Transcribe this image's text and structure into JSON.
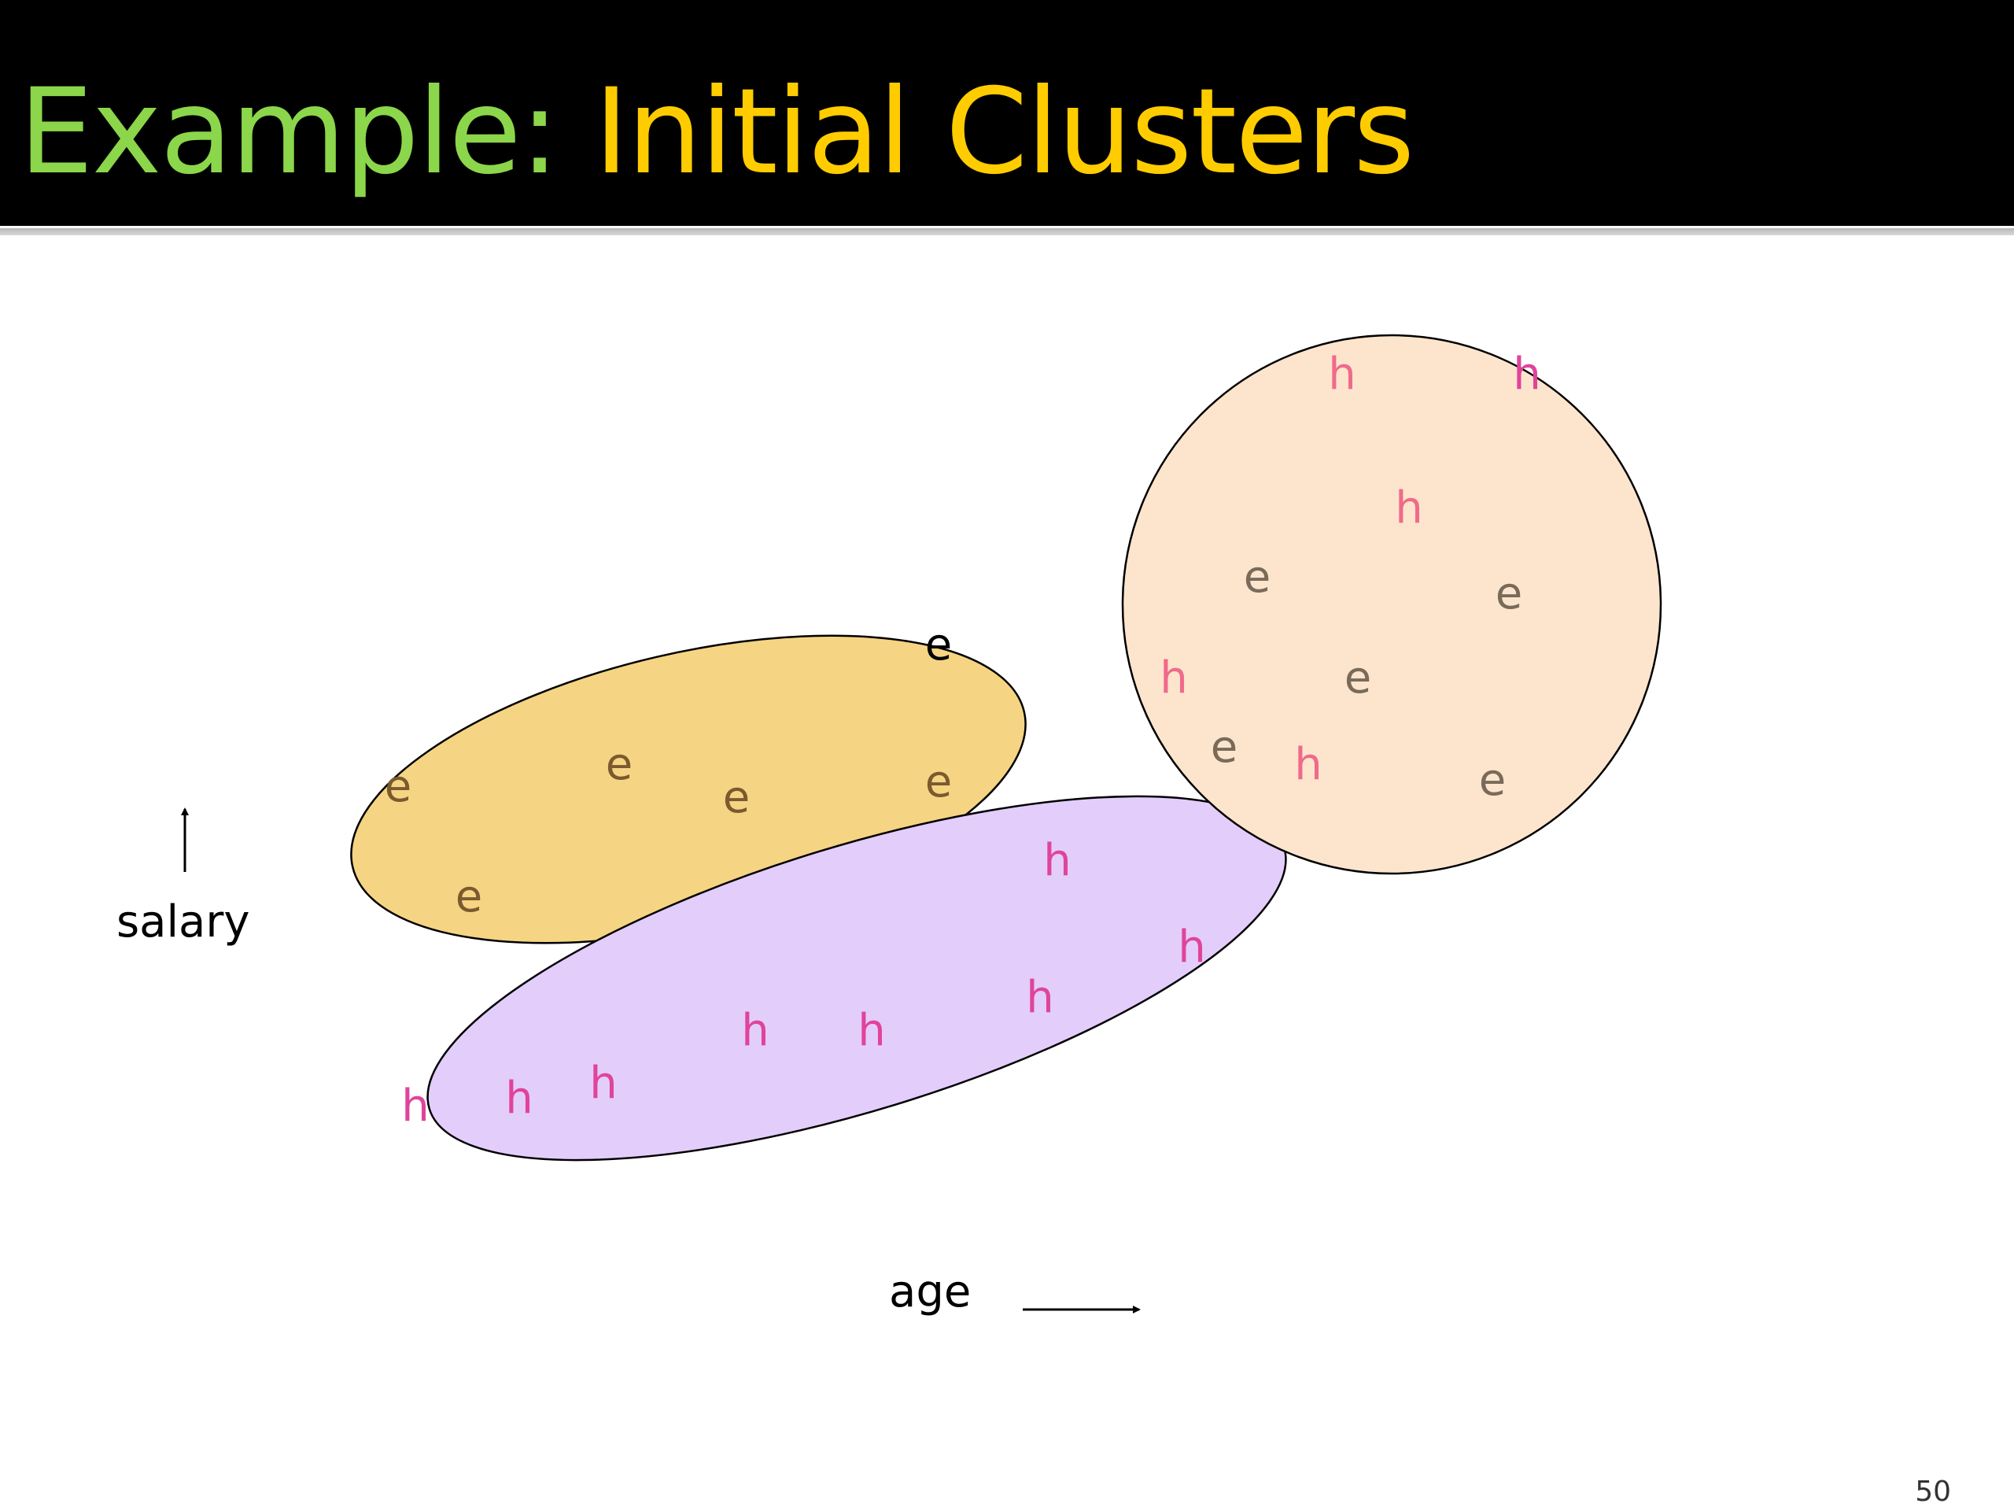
{
  "title": {
    "prefix": "Example:",
    "main": "Initial Clusters"
  },
  "axes": {
    "x_label": "age",
    "y_label": "salary"
  },
  "colors": {
    "cluster_e": "#f5d483",
    "cluster_h": "#e3cdfb",
    "cluster_mixed": "#fde5cd",
    "h_point": "#e0449a",
    "e_point": "#7a5a2e"
  },
  "clusters": [
    {
      "name": "cluster-e"
    },
    {
      "name": "cluster-h"
    },
    {
      "name": "cluster-mixed"
    }
  ],
  "points": [
    {
      "label": "e"
    },
    {
      "label": "e"
    },
    {
      "label": "e"
    },
    {
      "label": "e"
    },
    {
      "label": "e"
    },
    {
      "label": "e"
    },
    {
      "label": "h"
    },
    {
      "label": "h"
    },
    {
      "label": "h"
    },
    {
      "label": "h"
    },
    {
      "label": "h"
    },
    {
      "label": "h"
    },
    {
      "label": "h"
    },
    {
      "label": "h"
    },
    {
      "label": "h"
    },
    {
      "label": "h"
    },
    {
      "label": "h"
    },
    {
      "label": "e"
    },
    {
      "label": "e"
    },
    {
      "label": "h"
    },
    {
      "label": "e"
    },
    {
      "label": "e"
    },
    {
      "label": "h"
    },
    {
      "label": "e"
    }
  ],
  "page_number": "50"
}
